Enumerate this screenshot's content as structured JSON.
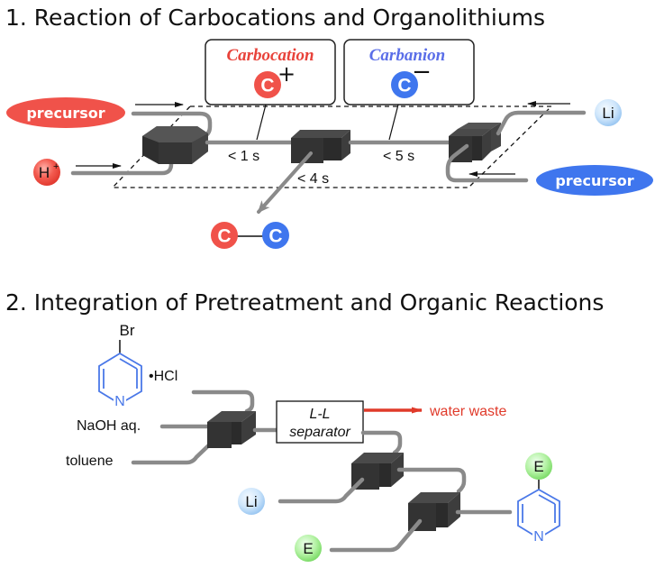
{
  "section1": {
    "title": "1. Reaction of Carbocations and Organolithiums",
    "carbocation_box": {
      "label": "Carbocation",
      "atom": "C",
      "charge": "+",
      "color": "#e8423a"
    },
    "carbanion_box": {
      "label": "Carbanion",
      "atom": "C",
      "charge": "−",
      "color": "#5a6ee8"
    },
    "left_precursor": {
      "label": "precursor",
      "color": "#f0524a"
    },
    "right_precursor": {
      "label": "precursor",
      "color": "#3f76ee"
    },
    "acid_reagent": {
      "label": "H",
      "charge": "+"
    },
    "lithium_reagent": {
      "label": "Li"
    },
    "times": {
      "t1": "< 1 s",
      "t2": "< 5 s",
      "t3": "< 4 s"
    },
    "product": {
      "left_atom": "C",
      "right_atom": "C"
    }
  },
  "section2": {
    "title": "2. Integration of Pretreatment and Organic Reactions",
    "substrate": {
      "substituent": "Br",
      "ring_atom": "N",
      "salt": "•HCl"
    },
    "inputs": {
      "base": "NaOH aq.",
      "solvent": "toluene"
    },
    "separator": {
      "line1": "L-L",
      "line2": "separator"
    },
    "waste": {
      "label": "water waste",
      "color": "#e03a2a"
    },
    "lithium_reagent": {
      "label": "Li"
    },
    "electrophile": {
      "label": "E"
    },
    "product": {
      "substituent": "E",
      "ring_atom": "N"
    }
  },
  "colors": {
    "red_atom": "#f0524a",
    "blue_atom": "#3f76ee",
    "tube": "#8a8a8a",
    "mixer": "#333333",
    "ring": "#4a78e8",
    "li_ball": "#c4e0fa",
    "e_ball": "#a6ee96"
  }
}
